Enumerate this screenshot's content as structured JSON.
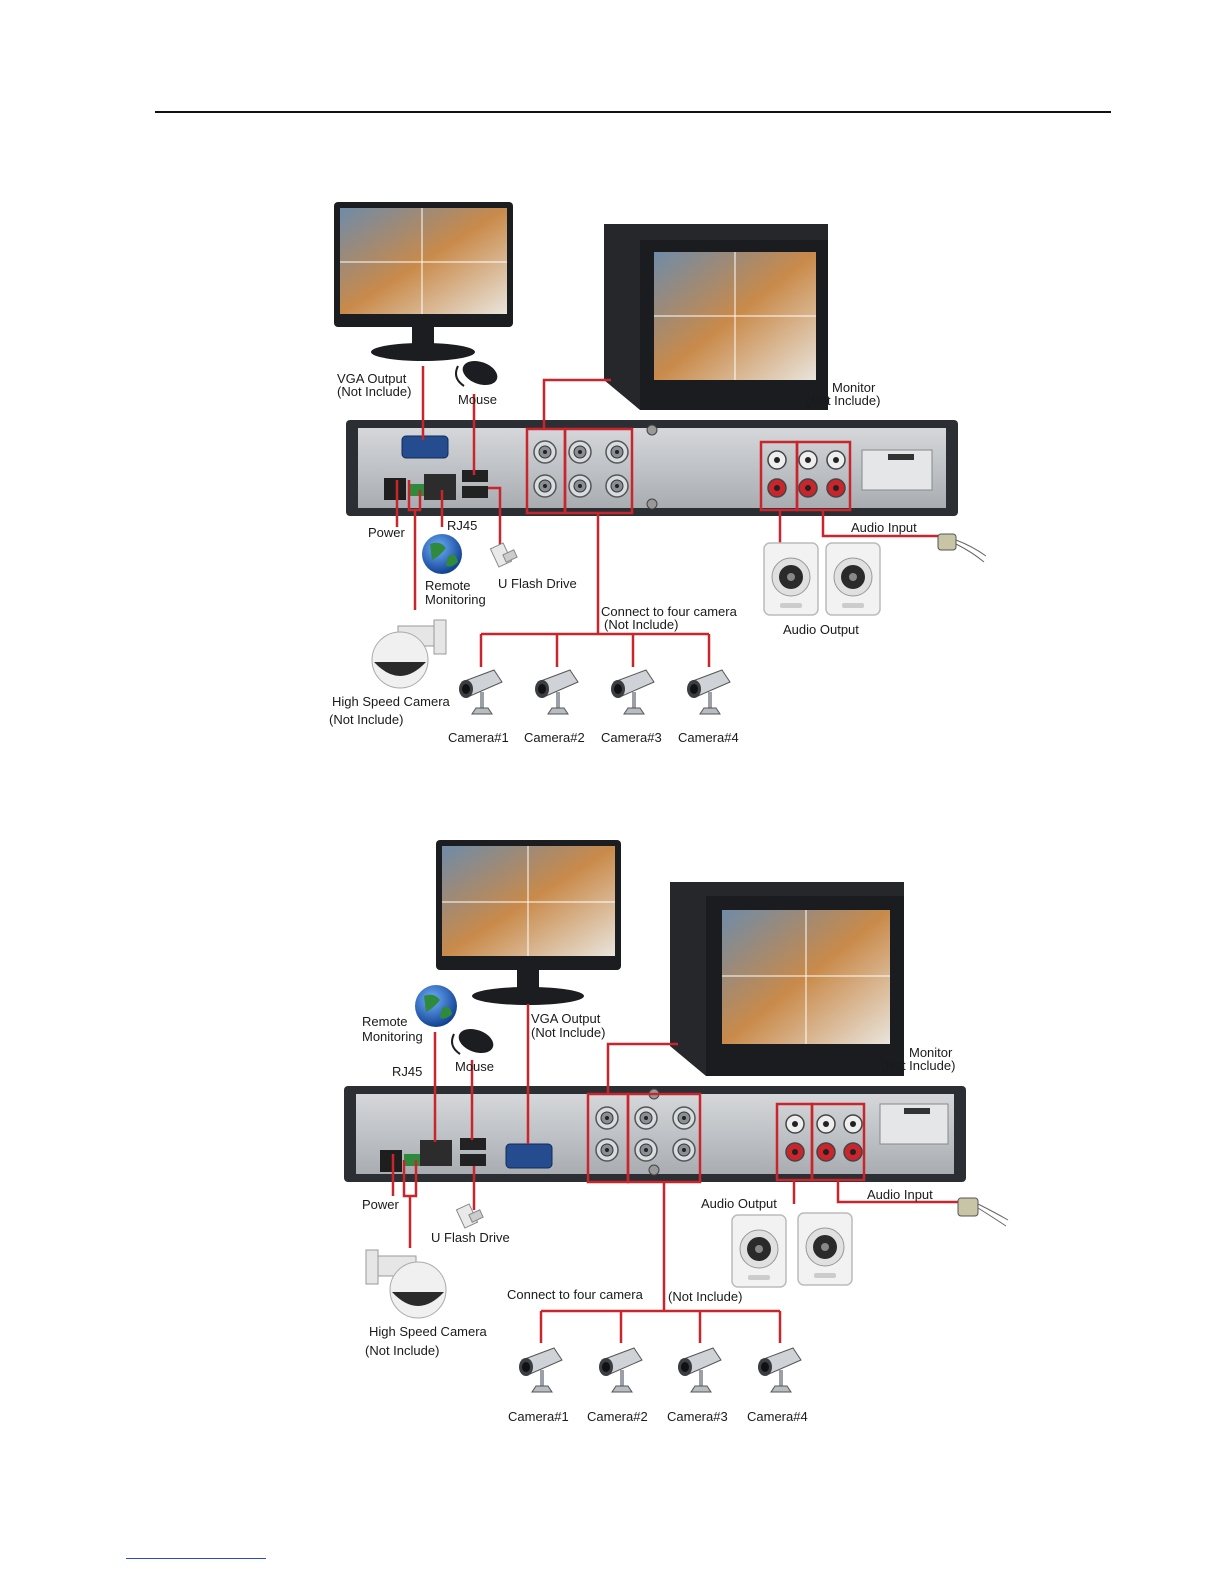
{
  "diagram1": {
    "vga_output": [
      "VGA Output",
      "(Not Include)"
    ],
    "mouse": "Mouse",
    "monitor": [
      "Monitor",
      "(Not Include)"
    ],
    "power": "Power",
    "rj45": "RJ45",
    "remote_monitoring": [
      "Remote",
      "Monitoring"
    ],
    "u_flash_drive": "U  Flash  Drive",
    "connect_cameras": [
      "Connect to four camera",
      "(Not Include)"
    ],
    "audio_input": "Audio Input",
    "audio_output": "Audio Output",
    "high_speed_camera": [
      "High Speed Camera",
      "(Not Include)"
    ],
    "cameras": [
      "Camera#1",
      "Camera#2",
      "Camera#3",
      "Camera#4"
    ]
  },
  "diagram2": {
    "remote_monitoring": [
      "Remote",
      "Monitoring"
    ],
    "vga_output": [
      "VGA Output",
      "(Not Include)"
    ],
    "mouse": "Mouse",
    "rj45": "RJ45",
    "monitor": [
      "Monitor",
      "(Not Include)"
    ],
    "power": "Power",
    "u_flash_drive": "U  Flash  Drive",
    "audio_output": "Audio Output",
    "audio_input": "Audio Input",
    "connect_cameras": "Connect to four camera",
    "not_include": "(Not Include)",
    "high_speed_camera": [
      "High Speed Camera",
      "(Not Include)"
    ],
    "cameras": [
      "Camera#1",
      "Camera#2",
      "Camera#3",
      "Camera#4"
    ]
  },
  "colors": {
    "connector": "#c8262c",
    "panel": "#2b2e33",
    "panel_face": "#c9ccd0"
  },
  "icons": [
    "lcd-monitor-icon",
    "crt-monitor-icon",
    "mouse-icon",
    "globe-icon",
    "usb-drive-icon",
    "speaker-icon",
    "microphone-icon",
    "dome-camera-icon",
    "bullet-camera-icon"
  ]
}
